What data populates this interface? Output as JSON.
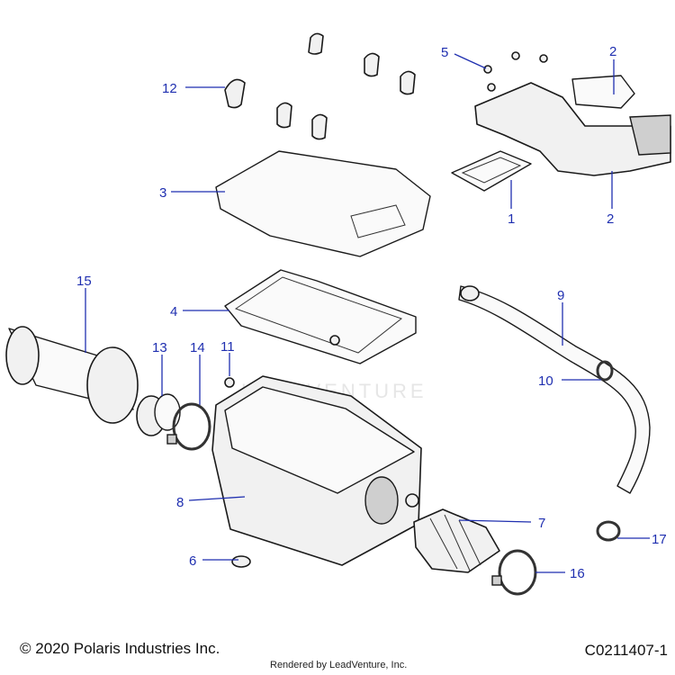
{
  "copyright": "© 2020 Polaris Industries Inc.",
  "diagram_code": "C0211407-1",
  "rendered_by": "Rendered by LeadVenture, Inc.",
  "watermark": "LEADVENTURE",
  "callouts": [
    {
      "id": "c1",
      "label": "1"
    },
    {
      "id": "c2a",
      "label": "2"
    },
    {
      "id": "c2b",
      "label": "2"
    },
    {
      "id": "c3",
      "label": "3"
    },
    {
      "id": "c4",
      "label": "4"
    },
    {
      "id": "c5",
      "label": "5"
    },
    {
      "id": "c6",
      "label": "6"
    },
    {
      "id": "c7",
      "label": "7"
    },
    {
      "id": "c8",
      "label": "8"
    },
    {
      "id": "c9",
      "label": "9"
    },
    {
      "id": "c10",
      "label": "10"
    },
    {
      "id": "c11",
      "label": "11"
    },
    {
      "id": "c12",
      "label": "12"
    },
    {
      "id": "c13",
      "label": "13"
    },
    {
      "id": "c14",
      "label": "14"
    },
    {
      "id": "c15",
      "label": "15"
    },
    {
      "id": "c16",
      "label": "16"
    },
    {
      "id": "c17",
      "label": "17"
    }
  ],
  "colors": {
    "callout": "#1f2fb0",
    "outline": "#1a1a1a",
    "fill": "#f1f1f1"
  }
}
